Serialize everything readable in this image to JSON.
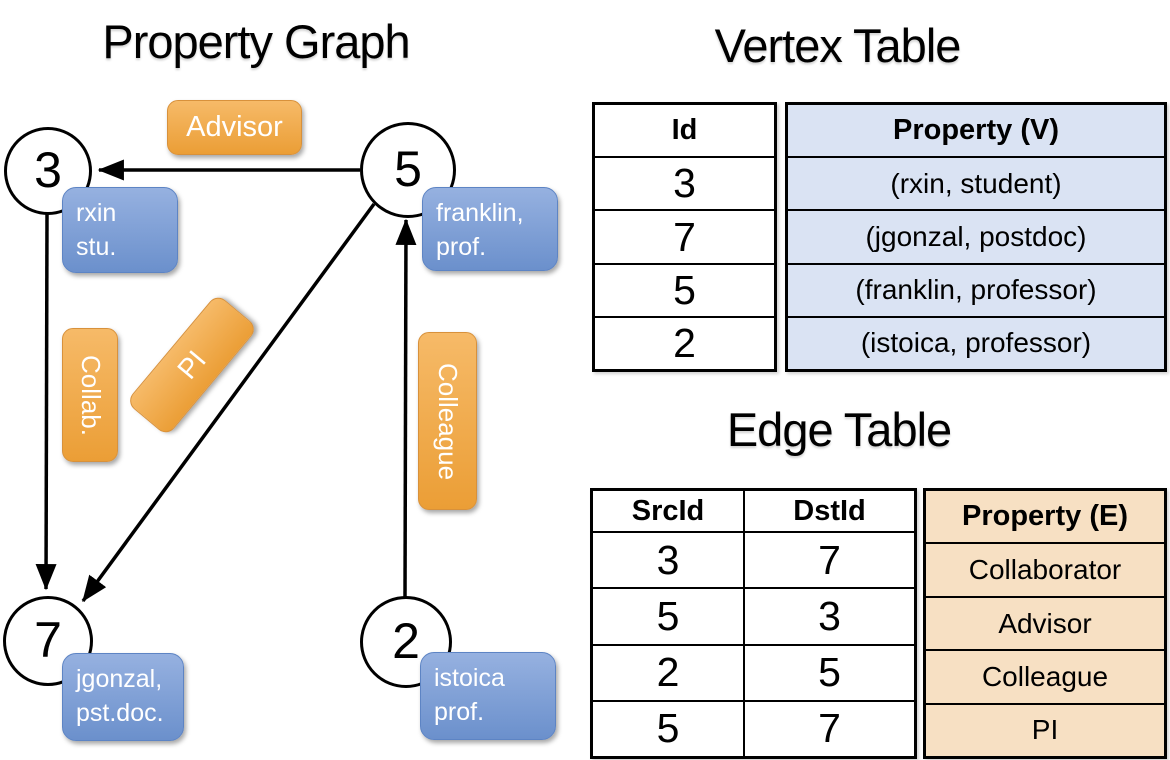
{
  "graph": {
    "title": "Property Graph",
    "nodes": [
      {
        "id": "3",
        "property_lines": [
          "rxin",
          "stu."
        ]
      },
      {
        "id": "5",
        "property_lines": [
          "franklin,",
          "prof."
        ]
      },
      {
        "id": "7",
        "property_lines": [
          "jgonzal,",
          "pst.doc."
        ]
      },
      {
        "id": "2",
        "property_lines": [
          "istoica",
          "prof."
        ]
      }
    ],
    "edges": [
      {
        "label": "Advisor",
        "from": "5",
        "to": "3"
      },
      {
        "label": "Collab.",
        "from": "3",
        "to": "7"
      },
      {
        "label": "PI",
        "from": "5",
        "to": "7"
      },
      {
        "label": "Colleague",
        "from": "2",
        "to": "5"
      }
    ]
  },
  "vertex_table": {
    "title": "Vertex Table",
    "columns": [
      "Id",
      "Property (V)"
    ],
    "rows": [
      [
        "3",
        "(rxin, student)"
      ],
      [
        "7",
        "(jgonzal, postdoc)"
      ],
      [
        "5",
        "(franklin, professor)"
      ],
      [
        "2",
        "(istoica, professor)"
      ]
    ]
  },
  "edge_table": {
    "title": "Edge Table",
    "columns": [
      "SrcId",
      "DstId",
      "Property (E)"
    ],
    "rows": [
      [
        "3",
        "7",
        "Collaborator"
      ],
      [
        "5",
        "3",
        "Advisor"
      ],
      [
        "2",
        "5",
        "Colleague"
      ],
      [
        "5",
        "7",
        "PI"
      ]
    ]
  },
  "colors": {
    "title_color": "#000000",
    "node_stroke": "#000000",
    "arrow": "#000000",
    "vertex_box_top": "#96b1e0",
    "vertex_box_bottom": "#6b90cc",
    "vertex_box_border": "#5d84c4",
    "edge_box_top": "#f6ba68",
    "edge_box_bottom": "#eb9e36",
    "edge_box_border": "#d8913b",
    "vertex_cell_bg": "#dae3f3",
    "edge_cell_bg": "#f7e0c3",
    "table_border": "#000000",
    "text_on_boxes": "#ffffff"
  }
}
